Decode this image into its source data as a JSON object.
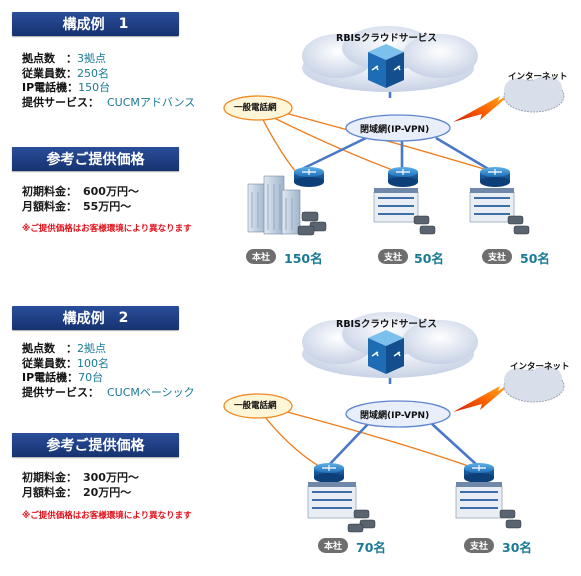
{
  "examples": [
    {
      "title": "構成例",
      "number": "1",
      "specs": [
        {
          "label": "拠点数　：",
          "value": "3拠点"
        },
        {
          "label": "従業員数：",
          "value": "250名"
        },
        {
          "label": "IP電話機：",
          "value": "150台"
        },
        {
          "label": "提供サービス：",
          "value": "CUCMアドバンス"
        }
      ],
      "price_title": "参考ご提供価格",
      "prices": [
        {
          "label": "初期料金：",
          "value": "600万円～"
        },
        {
          "label": "月額料金：",
          "value": "55万円～"
        }
      ],
      "note": "※ご提供価格はお客様環境により異なります",
      "diagram": {
        "cloud": "RBISクラウドサービス",
        "internet": "インターネット",
        "pstn": "一般電話網",
        "ipvpn": "閉域網(IP-VPN)",
        "sites": [
          {
            "badge": "本社",
            "count": "150名"
          },
          {
            "badge": "支社",
            "count": "50名"
          },
          {
            "badge": "支社",
            "count": "50名"
          }
        ]
      }
    },
    {
      "title": "構成例",
      "number": "2",
      "specs": [
        {
          "label": "拠点数　：",
          "value": "2拠点"
        },
        {
          "label": "従業員数：",
          "value": "100名"
        },
        {
          "label": "IP電話機：",
          "value": "70台"
        },
        {
          "label": "提供サービス：",
          "value": "CUCMベーシック"
        }
      ],
      "price_title": "参考ご提供価格",
      "prices": [
        {
          "label": "初期料金：",
          "value": "300万円～"
        },
        {
          "label": "月額料金：",
          "value": "20万円～"
        }
      ],
      "note": "※ご提供価格はお客様環境により異なります",
      "diagram": {
        "cloud": "RBISクラウドサービス",
        "internet": "インターネット",
        "pstn": "一般電話網",
        "ipvpn": "閉域網(IP-VPN)",
        "sites": [
          {
            "badge": "本社",
            "count": "70名"
          },
          {
            "badge": "支社",
            "count": "30名"
          }
        ]
      }
    }
  ]
}
